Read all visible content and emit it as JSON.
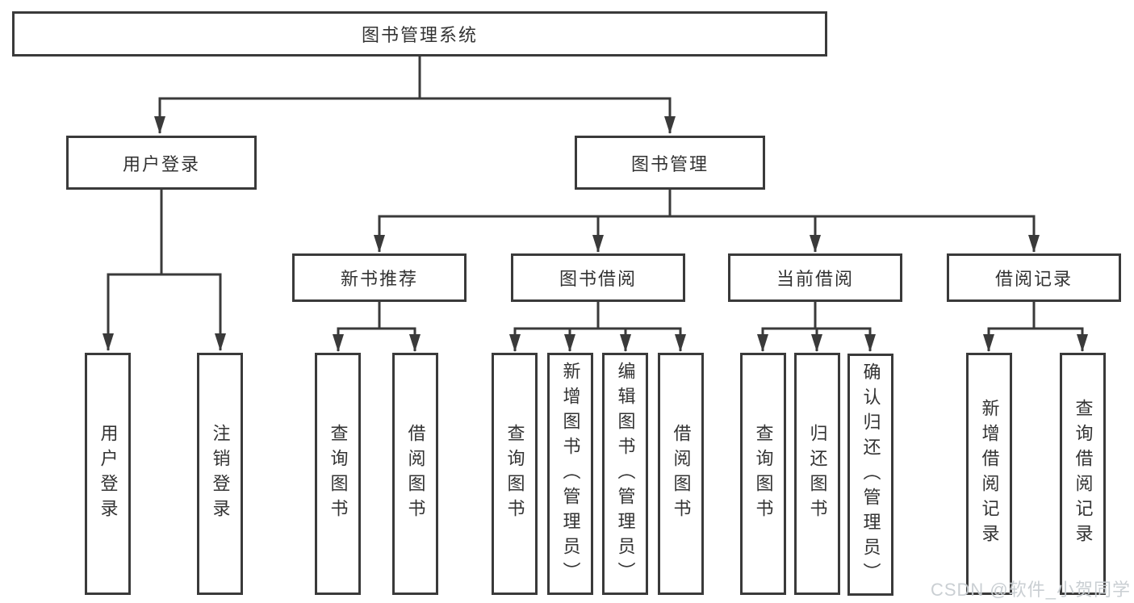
{
  "title": "图书管理系统",
  "colors": {
    "line": "#3a3a3a",
    "box_border": "#3a3a3a",
    "box_fill": "#ffffff",
    "text": "#333333",
    "background": "#ffffff",
    "watermark": "#c3c8cd"
  },
  "tree": {
    "root": {
      "label": "图书管理系统"
    },
    "level2": [
      {
        "label": "用户登录"
      },
      {
        "label": "图书管理"
      }
    ],
    "level3": [
      {
        "label": "新书推荐"
      },
      {
        "label": "图书借阅"
      },
      {
        "label": "当前借阅"
      },
      {
        "label": "借阅记录"
      }
    ],
    "leaves": {
      "login": [
        "用户登录",
        "注销登录"
      ],
      "recommend": [
        "查询图书",
        "借阅图书"
      ],
      "borrow": [
        "查询图书",
        "新增图书（管理员）",
        "编辑图书（管理员）",
        "借阅图书"
      ],
      "current": [
        "查询图书",
        "归还图书",
        "确认归还（管理员）"
      ],
      "records": [
        "新增借阅记录",
        "查询借阅记录"
      ]
    }
  },
  "watermark": "CSDN @软件_小贺同学"
}
